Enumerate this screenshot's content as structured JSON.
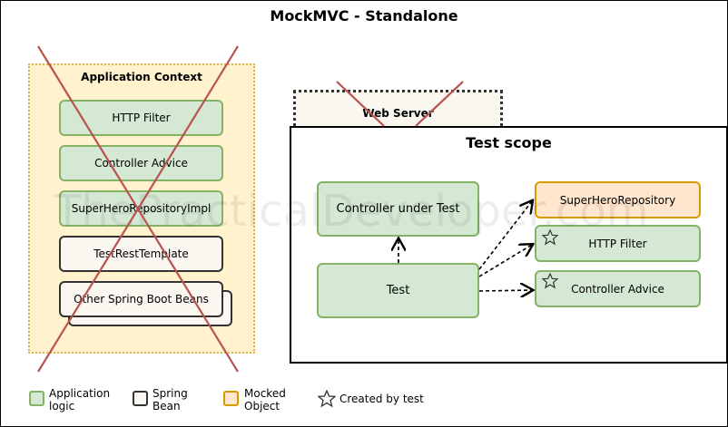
{
  "title": "MockMVC - Standalone",
  "watermark": "ThePracticalDeveloper.com",
  "application_context": {
    "label": "Application Context",
    "items": [
      "HTTP Filter",
      "Controller Advice",
      "SuperHeroRepositoryImpl",
      "TestRestTemplate",
      "Other Spring Boot Beans"
    ]
  },
  "web_server": {
    "label": "Web Server"
  },
  "test_scope": {
    "label": "Test scope",
    "controller": "Controller under Test",
    "test": "Test",
    "repository": "SuperHeroRepository",
    "http_filter": "HTTP Filter",
    "controller_advice": "Controller Advice"
  },
  "legend": {
    "application_logic": "Application logic",
    "spring_bean": "Spring Bean",
    "mocked_object": "Mocked Object",
    "created_by_test": "Created by test"
  },
  "colors": {
    "green_fill": "#d5e8d4",
    "green_border": "#82b366",
    "bean_fill": "#f9f7ef",
    "bean_border": "#333333",
    "mock_fill": "#ffe6cc",
    "mock_border": "#d79b00",
    "context_fill": "#fff2cc",
    "context_border": "#d6b656",
    "cross": "#b85450"
  }
}
